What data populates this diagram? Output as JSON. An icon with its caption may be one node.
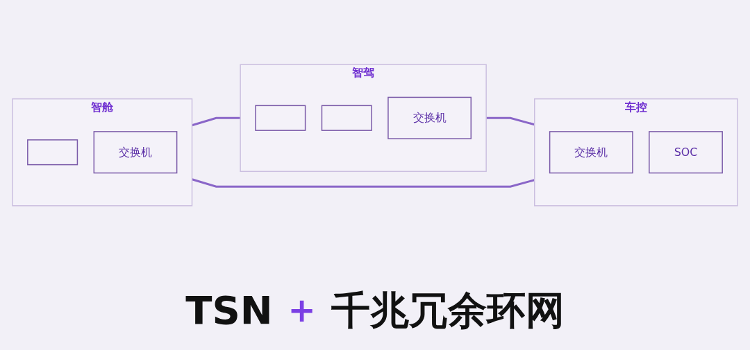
{
  "diagram": {
    "nodes": [
      {
        "text": [
          "智驾"
        ]
      },
      {
        "text": [],
        "shape": "box",
        "in": 0
      },
      {
        "text": [],
        "shape": "box",
        "in": 0
      },
      {
        "text": [
          "交换机"
        ],
        "in": 0
      },
      {
        "text": [
          "智舱"
        ]
      },
      {
        "text": [],
        "shape": "box",
        "in": 4
      },
      {
        "text": [
          "交换机"
        ],
        "in": 4
      },
      {
        "text": [
          "车控"
        ]
      },
      {
        "text": [
          "交换机"
        ],
        "in": 7
      },
      {
        "text": [
          "SOC"
        ],
        "in": 7
      }
    ],
    "edges": [
      {
        "from": 4,
        "to": 0,
        "arrow": "none"
      },
      {
        "from": 0,
        "to": 7,
        "arrow": "none"
      },
      {
        "from": 4,
        "to": 7,
        "arrow": "none"
      }
    ],
    "labels": [
      "TSN",
      "+",
      "千兆冗余环网"
    ]
  }
}
